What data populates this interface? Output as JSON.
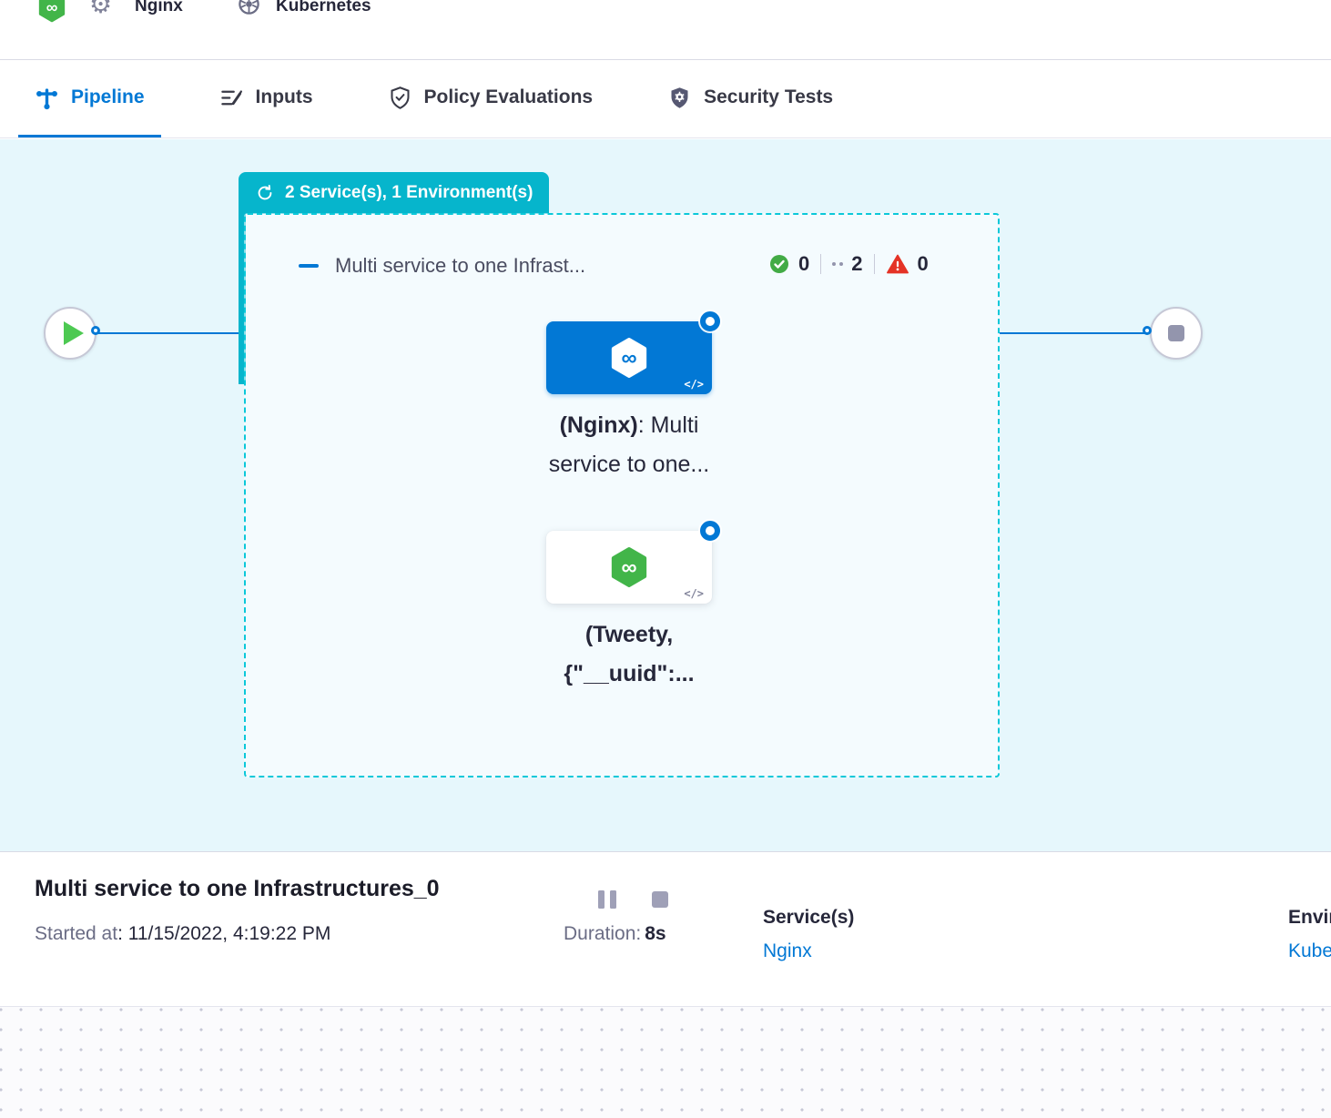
{
  "topbar": {
    "service": "Nginx",
    "environment": "Kubernetes"
  },
  "tabs": [
    {
      "label": "Pipeline"
    },
    {
      "label": "Inputs"
    },
    {
      "label": "Policy Evaluations"
    },
    {
      "label": "Security Tests"
    }
  ],
  "canvas": {
    "badge": "2 Service(s), 1 Environment(s)",
    "stage": {
      "title": "Multi service to one Infrast...",
      "success_count": "0",
      "running_count": "2",
      "failed_count": "0"
    },
    "nodes": {
      "nginx": {
        "bold": "(Nginx)",
        "rest": ": Multi",
        "line2": "service to one...",
        "code": "</>"
      },
      "tweety": {
        "line1": "(Tweety,",
        "line2": "{\"__uuid\":...",
        "code": "</>"
      }
    }
  },
  "footer": {
    "title": "Multi service to one Infrastructures_0",
    "started_label": "Started at",
    "started_value": ": 11/15/2022, 4:19:22 PM",
    "duration_label": "Duration:",
    "duration_value": "8s",
    "services_label": "Service(s)",
    "services_value": "Nginx",
    "environments_label": "Environment(s)",
    "environments_value": "Kubernetes"
  },
  "colors": {
    "accent_blue": "#0278d5",
    "stage_teal": "#06b5cc",
    "success_green": "#42ab45",
    "failed_red": "#e43326"
  }
}
